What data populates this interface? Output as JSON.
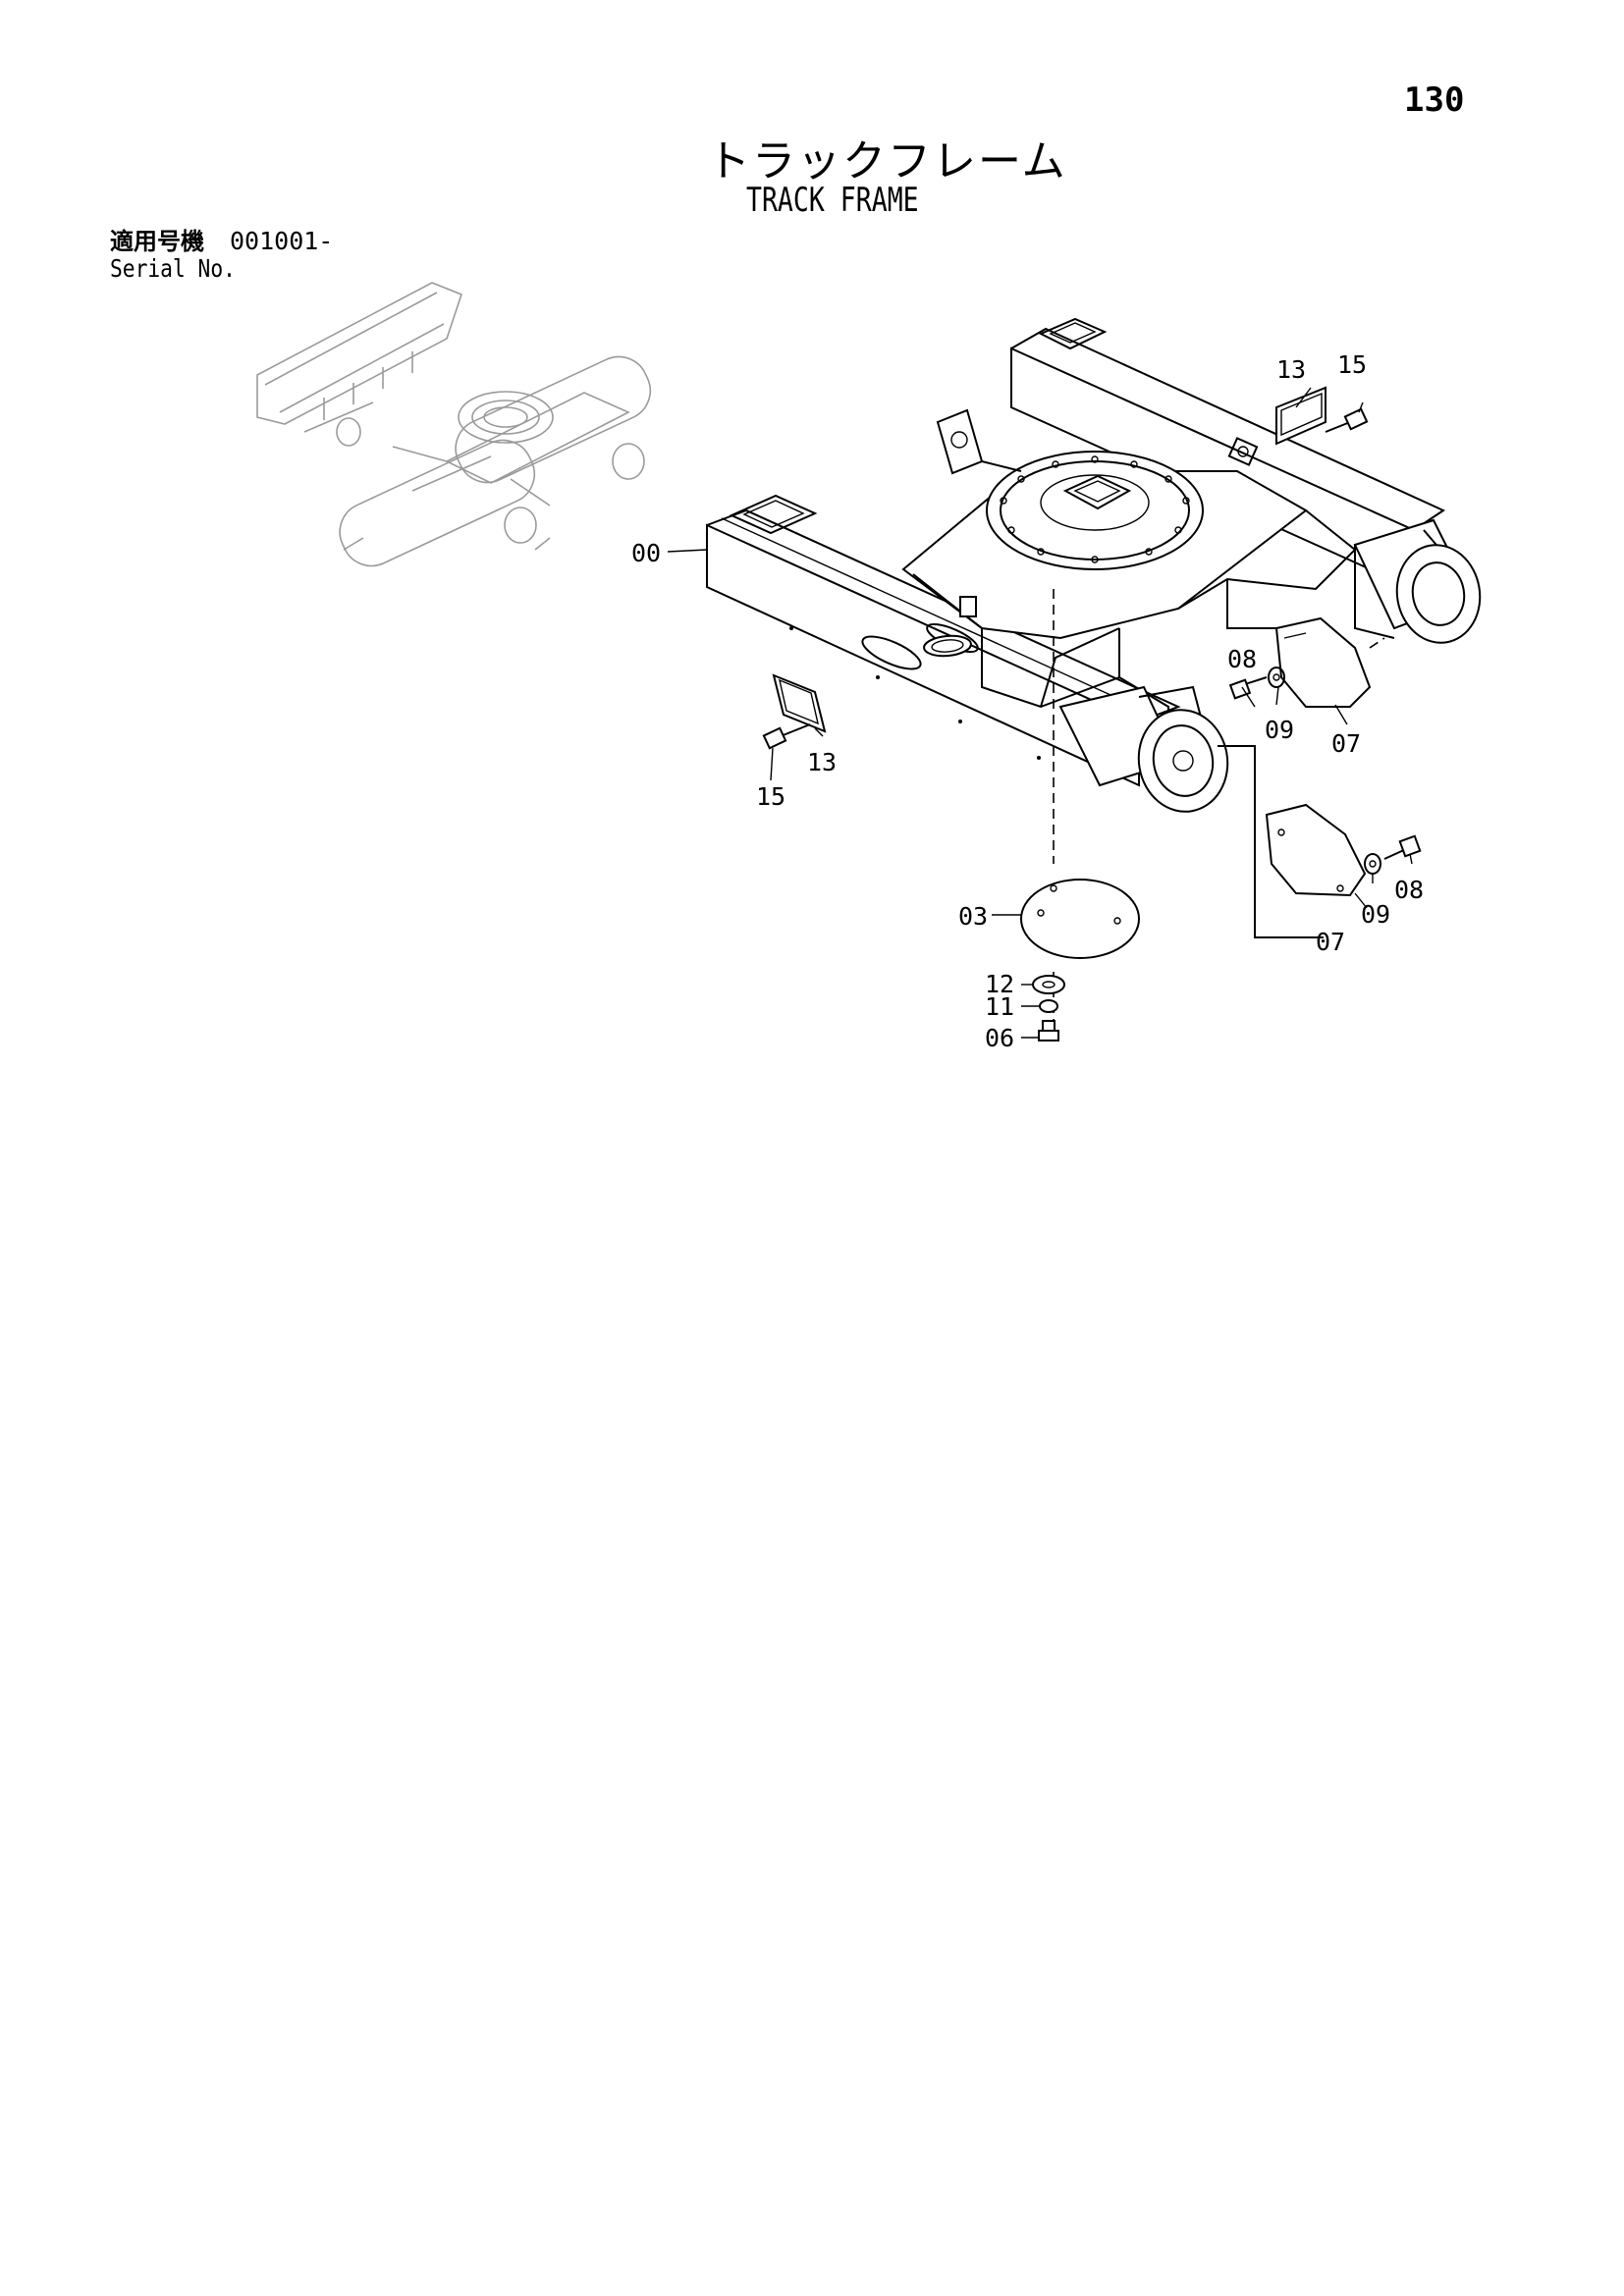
{
  "page_number": "130",
  "title_jp": "トラックフレーム",
  "title_en": "TRACK FRAME",
  "serial": {
    "label_jp": "適用号機",
    "value": "001001-",
    "label_en": "Serial No."
  },
  "callouts": {
    "c00": "00",
    "c03": "03",
    "c06": "06",
    "c07a": "07",
    "c07b": "07",
    "c08a": "08",
    "c08b": "08",
    "c09a": "09",
    "c09b": "09",
    "c11": "11",
    "c12": "12",
    "c13a": "13",
    "c13b": "13",
    "c15a": "15",
    "c15b": "15"
  }
}
